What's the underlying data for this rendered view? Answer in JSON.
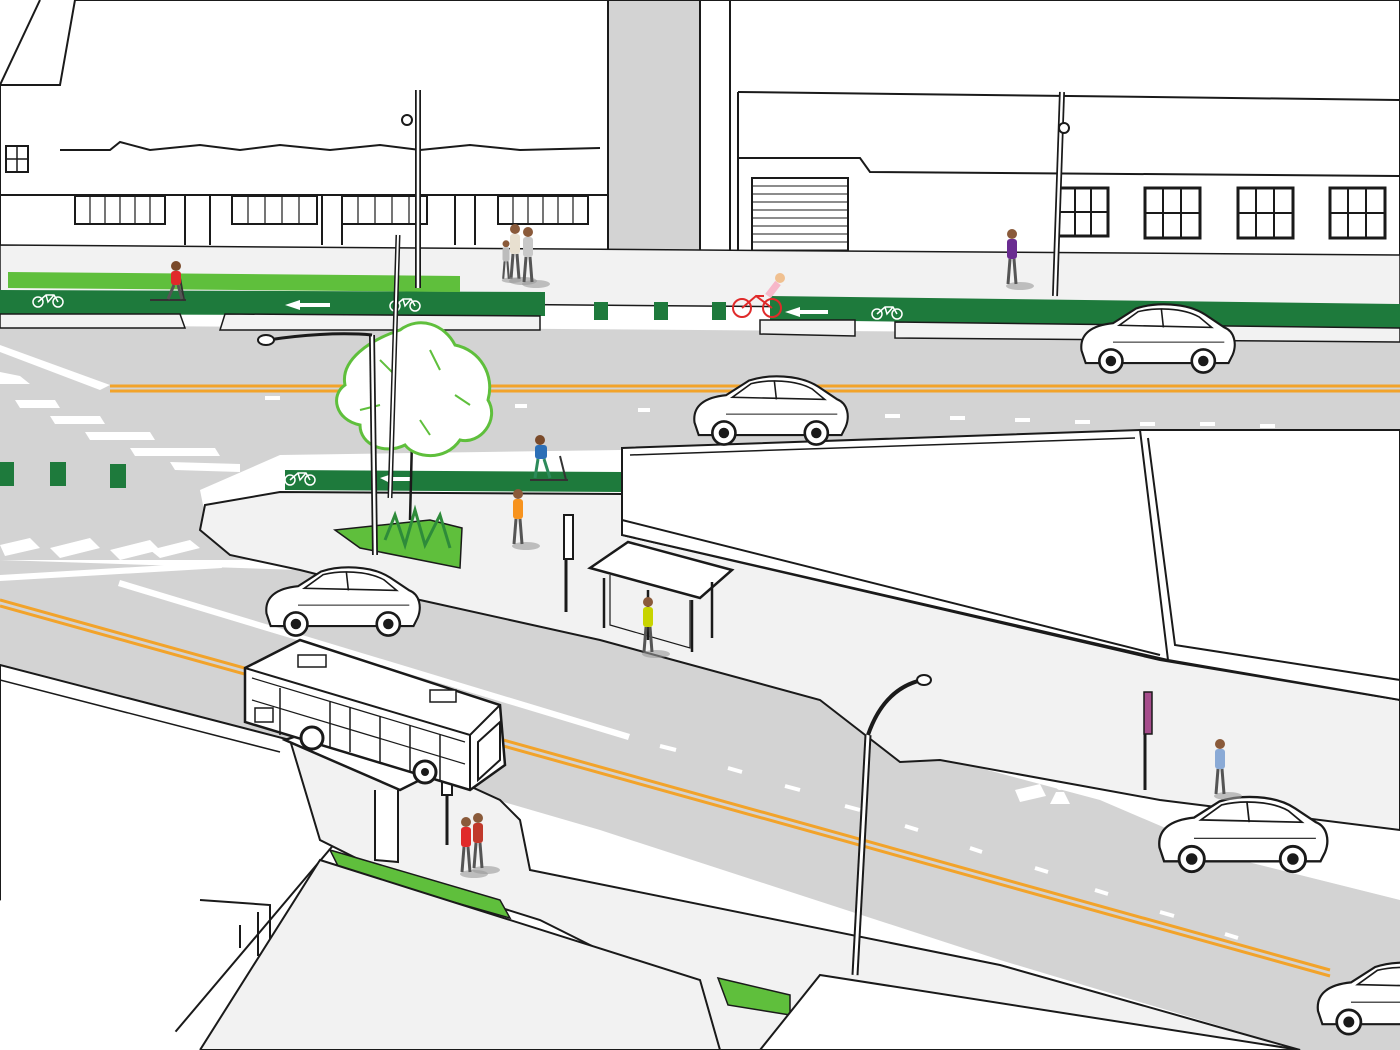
{
  "colors": {
    "road": "#d3d3d3",
    "sidewalk": "#f2f2f2",
    "building": "#ffffff",
    "bike_lane": "#1e7a3c",
    "planting": "#5fbf3c",
    "center_line": "#f2a32a",
    "lane_marking": "#ffffff",
    "line": "#1a1a1a"
  },
  "scene": {
    "vehicles": [
      "sedan",
      "sedan",
      "sedan",
      "sedan",
      "sedan",
      "transit-bus"
    ],
    "people": [
      "pedestrian-group",
      "pedestrian-purple",
      "cyclist",
      "scooter-rider",
      "scooter-rider",
      "pedestrian-orange",
      "pedestrian-yellow",
      "pedestrian-blue",
      "pedestrian-pair-red"
    ],
    "fixtures": [
      "street-light",
      "street-light",
      "street-light",
      "street-light",
      "bus-shelter",
      "bus-stop-sign",
      "street-tree",
      "sign-post-magenta"
    ],
    "markings": [
      "bike-symbol",
      "bike-symbol",
      "bike-symbol",
      "bike-symbol",
      "arrow",
      "arrow",
      "arrow",
      "shared-lane-symbol",
      "crosswalk"
    ]
  }
}
